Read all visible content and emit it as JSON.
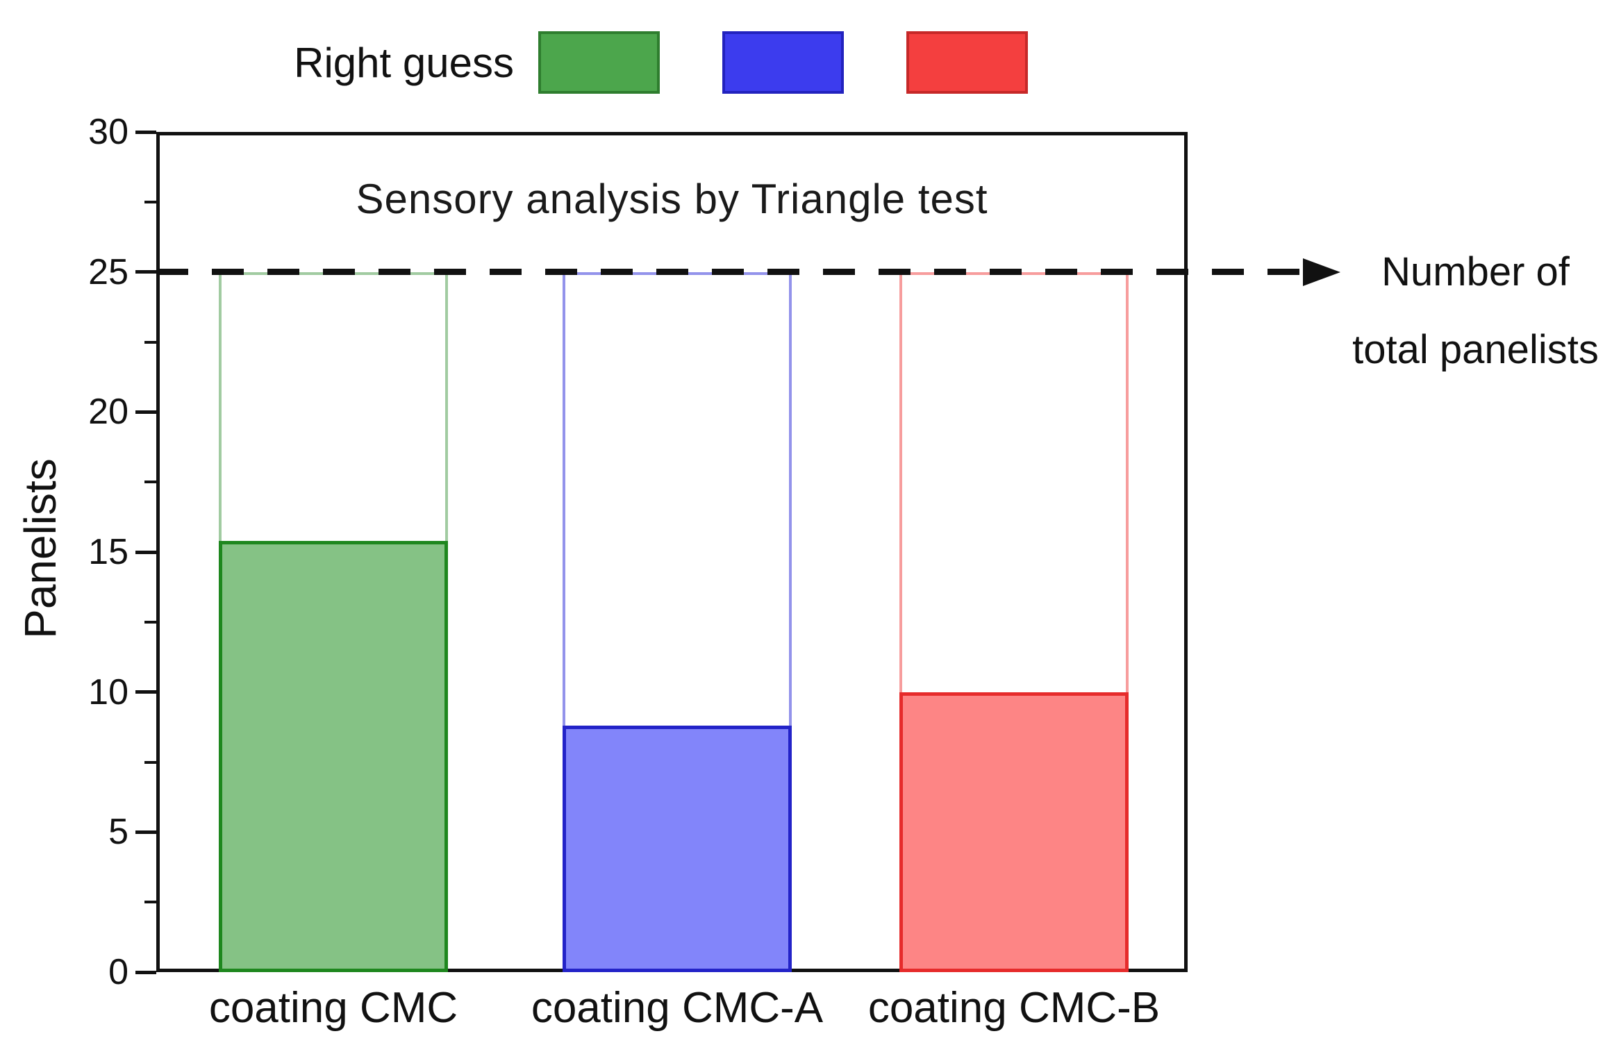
{
  "chart_data": {
    "type": "bar",
    "title": "Sensory analysis by Triangle test",
    "ylabel": "Panelists",
    "xlabel": "",
    "categories": [
      "coating CMC",
      "coating CMC-A",
      "coating CMC-B"
    ],
    "series": [
      {
        "name": "Right guess",
        "values": [
          15.4,
          8.8,
          10.0
        ],
        "fill_colors": [
          "#85C285",
          "#8285FA",
          "#FD8585"
        ],
        "border_colors": [
          "#1E871E",
          "#2323C8",
          "#E62B2B"
        ]
      },
      {
        "name": "Number of total panelists",
        "values": [
          25,
          25,
          25
        ],
        "style": "outline",
        "border_colors": [
          "rgba(46,139,46,0.45)",
          "rgba(40,40,215,0.5)",
          "rgba(240,60,60,0.5)"
        ]
      }
    ],
    "ylim": [
      0,
      30
    ],
    "yticks": [
      "0",
      "5",
      "10",
      "15",
      "20",
      "25",
      "30"
    ],
    "minor_ticks": [
      2.5,
      7.5,
      12.5,
      17.5,
      22.5,
      27.5
    ],
    "grid": false,
    "legend": {
      "label": "Right guess",
      "position": "top",
      "swatches": [
        {
          "fill": "#4CA64C",
          "border": "#2E7D2E"
        },
        {
          "fill": "#3C3CEE",
          "border": "#2222BE"
        },
        {
          "fill": "#F43F3F",
          "border": "#C62828"
        }
      ]
    },
    "reference_line": {
      "value": 25,
      "style": "dashed",
      "color": "#111111",
      "label_lines": [
        "Number of",
        "total panelists"
      ]
    }
  }
}
